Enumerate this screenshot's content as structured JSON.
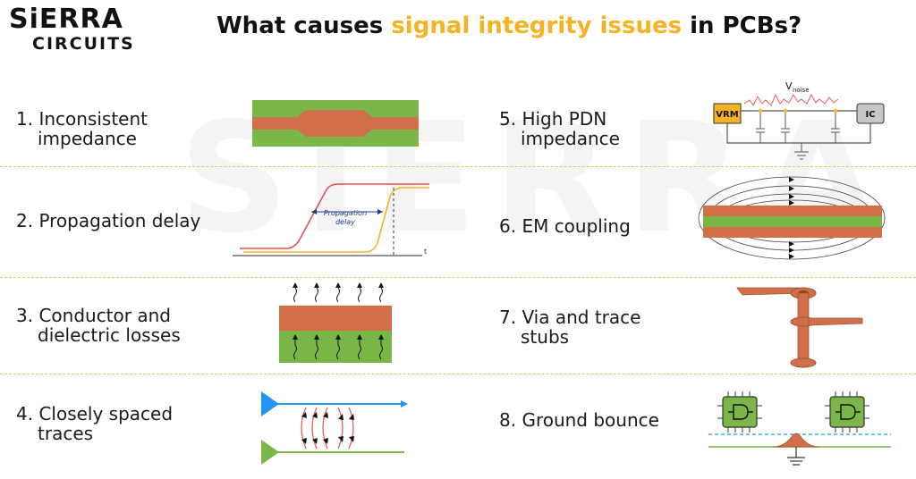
{
  "brand": {
    "line1": "SiERRA",
    "line2": "CIRCUITS"
  },
  "title": {
    "prefix": "What causes ",
    "highlight": "signal integrity issues",
    "suffix": " in PCBs?"
  },
  "colors": {
    "highlight": "#f5b324",
    "copper": "#d0704a",
    "dielectric": "#7ab648",
    "divider": "#f2c15a",
    "blue_trace": "#2196f3",
    "green_trace": "#7ab648"
  },
  "items": [
    {
      "line1": "1. Inconsistent",
      "line2": "impedance"
    },
    {
      "line1": "2. Propagation delay",
      "line2": ""
    },
    {
      "line1": "3. Conductor and",
      "line2": "dielectric losses"
    },
    {
      "line1": "4. Closely spaced",
      "line2": "traces"
    },
    {
      "line1": "5. High PDN",
      "line2": "impedance"
    },
    {
      "line1": "6. EM coupling",
      "line2": ""
    },
    {
      "line1": "7. Via and trace",
      "line2": "stubs"
    },
    {
      "line1": "8. Ground bounce",
      "line2": ""
    }
  ],
  "figures": {
    "propagation": {
      "label_line1": "Propagation",
      "label_line2": "delay",
      "axis_t": "t"
    },
    "pdn": {
      "vnoise_main": "V",
      "vnoise_sub": "noise",
      "vrm": "VRM",
      "ic": "IC"
    }
  }
}
